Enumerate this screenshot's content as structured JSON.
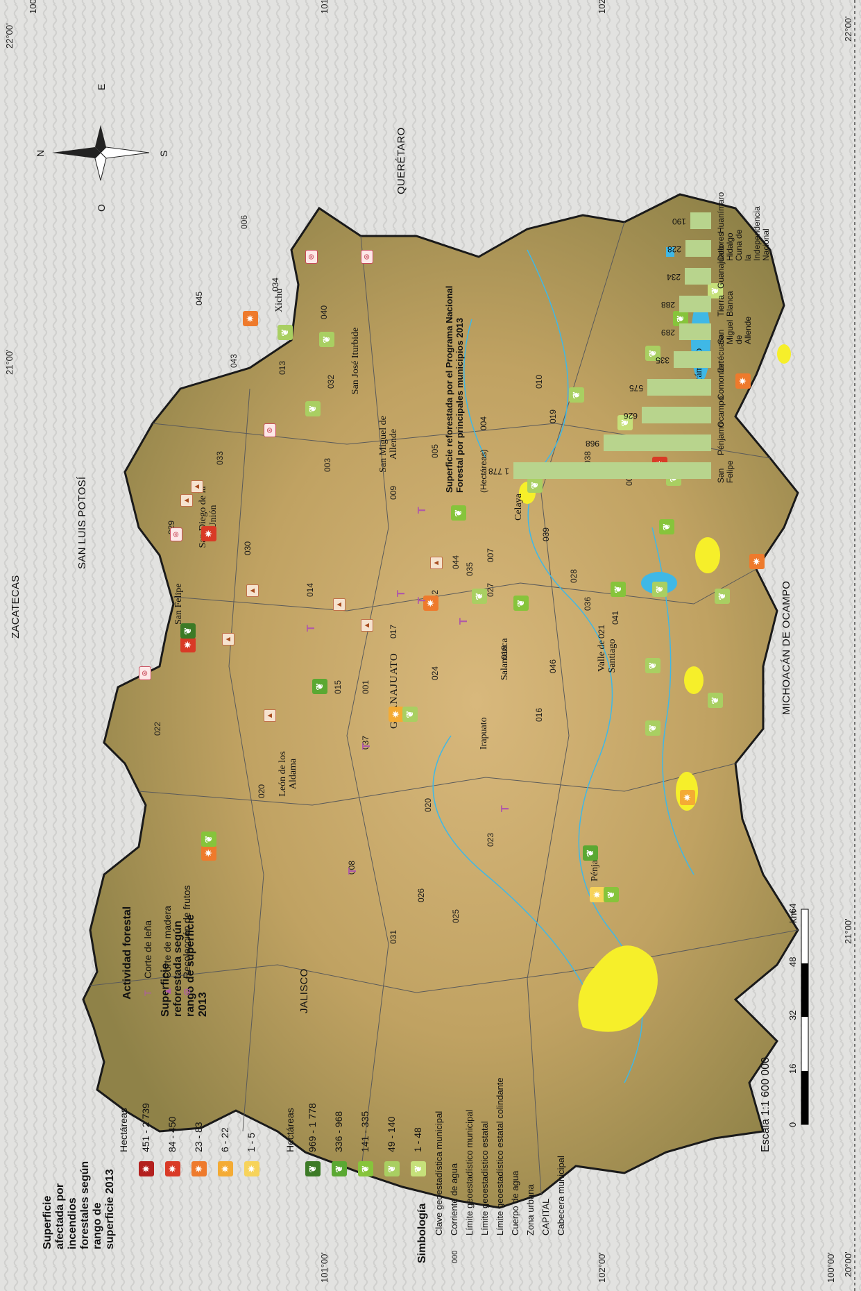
{
  "coords": {
    "top": [
      "22°00'",
      "21°00'"
    ],
    "bottom": [
      "20°00'",
      "21°00'",
      "22°00'"
    ],
    "left": [
      "102°00'",
      "101°00'",
      "100°00'"
    ],
    "right": [
      "100°00'",
      "101°00'",
      "102°00'"
    ]
  },
  "regions": {
    "zacatecas": "ZACATECAS",
    "san_luis_potosi": "SAN LUIS POTOSÍ",
    "queretaro": "QUERÉTARO",
    "jalisco": "JALISCO",
    "michoacan": "MICHOACÁN DE OCAMPO"
  },
  "compass": {
    "n": "N",
    "s": "S",
    "e": "E",
    "o": "O"
  },
  "municipio_codes": [
    "006",
    "045",
    "034",
    "040",
    "043",
    "013",
    "032",
    "033",
    "029",
    "003",
    "009",
    "005",
    "004",
    "010",
    "019",
    "038",
    "002",
    "039",
    "028",
    "036",
    "041",
    "021",
    "046",
    "018",
    "042",
    "044",
    "035",
    "007",
    "027",
    "017",
    "024",
    "016",
    "001",
    "023",
    "020",
    "008",
    "025",
    "031",
    "026",
    "037",
    "015",
    "014",
    "030",
    "022",
    "020"
  ],
  "cities": {
    "xichu": "Xichú",
    "san_jose_iturbide": "San José Iturbide",
    "san_diego": "San Diego de la Unión",
    "san_miguel": "San Miguel de Allende",
    "san_felipe": "San Felipe",
    "celaya": "Celaya",
    "acambaro": "Acámbaro",
    "salamanca": "Salamanca",
    "irapuato": "Irapuato",
    "valle": "Valle de Santiago",
    "penjamo": "Pénjamo",
    "leon": "León de los Aldama",
    "guanajuato": "GUANAJUATO"
  },
  "legend": {
    "fire_title": "Superficie afectada por incendios forestales según rango de superficie 2013",
    "fire_unit": "Hectáreas",
    "fire_ranges": [
      "451 - 2 739",
      "84 - 450",
      "23 - 83",
      "6 - 22",
      "1 - 5"
    ],
    "fire_colors": [
      "#b3201e",
      "#d93a26",
      "#ee7a2c",
      "#f4ab34",
      "#f7d35a"
    ],
    "reforest_title": "Superficie reforestada según rango de superficie 2013",
    "reforest_unit": "Hectáreas",
    "reforest_ranges": [
      "969 - 1 778",
      "336 - 968",
      "141 - 335",
      "49 - 140",
      "1 - 48"
    ],
    "reforest_colors": [
      "#3c7a26",
      "#5aa832",
      "#86c43b",
      "#a9cf62",
      "#c6e07a"
    ],
    "activity_title": "Actividad forestal",
    "activity_items": [
      "Corte de leña",
      "Corte de madera",
      "Recolección de frutos"
    ],
    "symbology_title": "Simbología",
    "symbology_items": [
      "Clave geoestadística municipal",
      "Corriente de agua",
      "Límite geoestadístico municipal",
      "Límite geoestadístico estatal",
      "Límite geoestadístico estatal colindante",
      "Cuerpo de agua",
      "Zona urbana",
      "CAPITAL",
      "Cabecera municipal"
    ],
    "symbology_code_sample": "000",
    "scale_text": "Escala 1:1 600 000",
    "scale_ticks": [
      "0",
      "16",
      "32",
      "48",
      "64"
    ],
    "scale_unit": "km"
  },
  "chart_data": {
    "type": "bar",
    "title": "Superficie reforestada por el Programa Nacional Forestal por principales municipios 2013",
    "subtitle": "(Hectáreas)",
    "categories": [
      "San Felipe",
      "Pénjamo",
      "Ocampo",
      "Comonfort",
      "Jerécuaro",
      "San Miguel de Allende",
      "Tierra Blanca",
      "Guanajuato",
      "Dolores Hidalgo Cuna de la Independencia Nacional",
      "Huanímaro"
    ],
    "values": [
      1778,
      968,
      626,
      575,
      335,
      289,
      288,
      234,
      228,
      190
    ],
    "value_labels": [
      "1 778",
      "968",
      "626",
      "575",
      "335",
      "289",
      "288",
      "234",
      "228",
      "190"
    ],
    "bar_color": "#b8d48d",
    "ylim": [
      0,
      1778
    ]
  },
  "colors": {
    "state_fill": "#b59a5c",
    "state_fill_light": "#d4b77e",
    "water": "#3fb8e6",
    "urban": "#f6ef2a",
    "background": "#e4e4e2"
  }
}
